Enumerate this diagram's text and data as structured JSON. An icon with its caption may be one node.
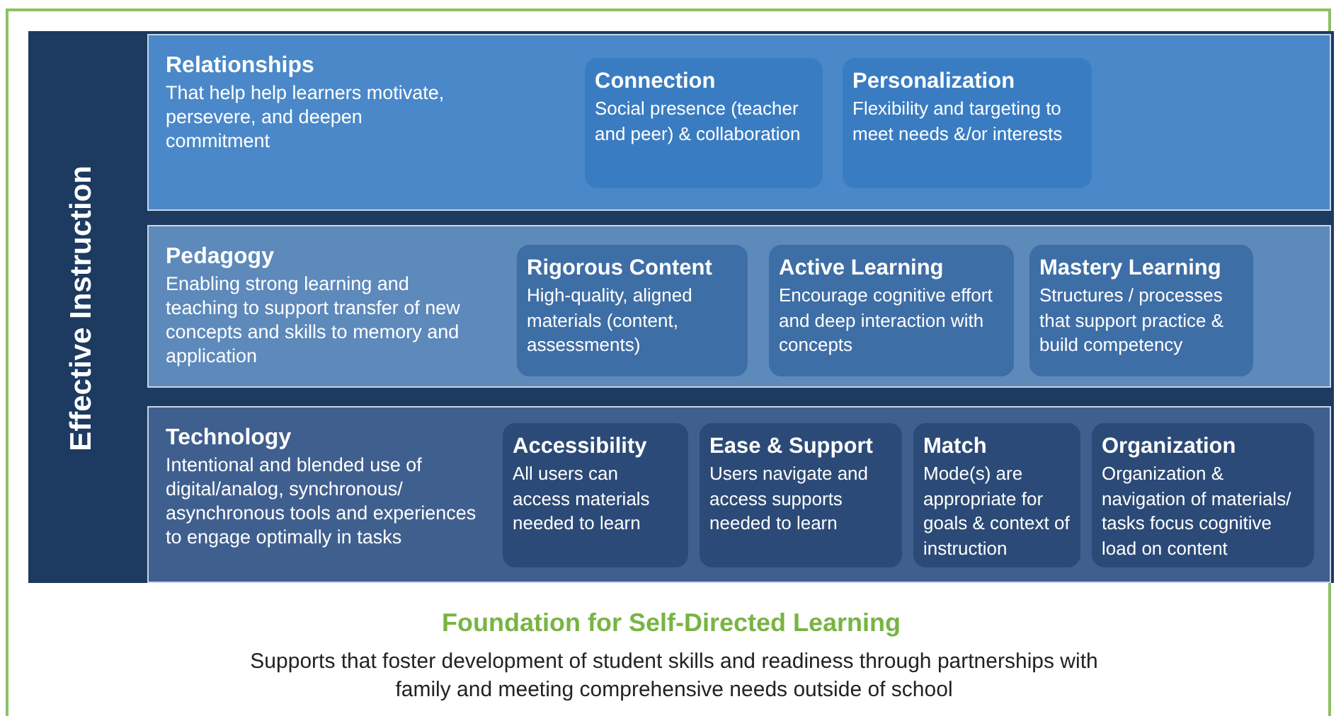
{
  "diagram": {
    "nodes": [
      {
        "text": [
          "Foundation for Self-Directed Learning",
          "Supports that foster development of student skills and readiness through partnerships with family and meeting comprehensive needs outside of school"
        ]
      },
      {
        "text": [
          "Effective Instruction"
        ],
        "in": 0
      },
      {
        "text": [
          "Relationships",
          "That help help learners motivate, persevere, and deepen commitment"
        ],
        "in": 1
      },
      {
        "text": [
          "Connection",
          "Social presence (teacher and peer) & collaboration"
        ],
        "in": 2
      },
      {
        "text": [
          "Personalization",
          "Flexibility and targeting to meet needs &/or interests"
        ],
        "in": 2
      },
      {
        "text": [
          "Pedagogy",
          "Enabling strong learning and teaching to support transfer of new concepts and skills to memory and application"
        ],
        "in": 1
      },
      {
        "text": [
          "Rigorous Content",
          "High-quality, aligned materials (content, assessments)"
        ],
        "in": 5
      },
      {
        "text": [
          "Active Learning",
          "Encourage cognitive effort and deep interaction with concepts"
        ],
        "in": 5
      },
      {
        "text": [
          "Mastery Learning",
          "Structures / processes that support practice & build competency"
        ],
        "in": 5
      },
      {
        "text": [
          "Technology",
          "Intentional and blended use of digital/analog, synchronous/ asynchronous tools and experiences to engage optimally in tasks"
        ],
        "in": 1
      },
      {
        "text": [
          "Accessibility",
          "All users can access materials needed to learn"
        ],
        "in": 9
      },
      {
        "text": [
          "Ease & Support",
          "Users navigate and access supports needed to learn"
        ],
        "in": 9
      },
      {
        "text": [
          "Match",
          "Mode(s) are appropriate for goals & context of instruction"
        ],
        "in": 9
      },
      {
        "text": [
          "Organization",
          "Organization & navigation of materials/ tasks focus cognitive load on content"
        ],
        "in": 9
      }
    ]
  }
}
